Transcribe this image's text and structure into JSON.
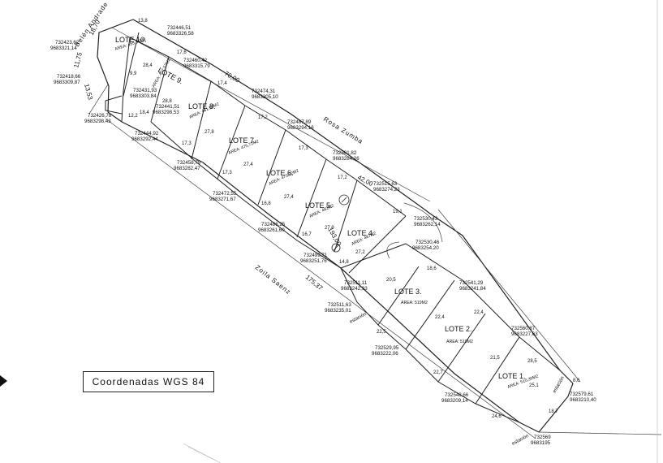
{
  "legend": "Coordenadas   WGS 84",
  "streets": [
    {
      "id": "belen-andrade",
      "text": "Belén   Andrade"
    },
    {
      "id": "rosa-zumba",
      "text": "Rosa   Zumba"
    },
    {
      "id": "zoila-saenz",
      "text": "Zoila   Saenz"
    }
  ],
  "lotes": [
    {
      "id": "10",
      "name": "LOTE 10.",
      "area": "AREA: 455,35M2"
    },
    {
      "id": "9",
      "name": "LOTE 9.",
      "area": "AREA: 472,57M2"
    },
    {
      "id": "8",
      "name": "LOTE 8.",
      "area": "AREA: 461,50M2"
    },
    {
      "id": "7",
      "name": "LOTE 7.",
      "area": "AREA: 475,72M2"
    },
    {
      "id": "6",
      "name": "LOTE 6.",
      "area": "AREA: 470,02M2"
    },
    {
      "id": "5",
      "name": "LOTE 5.",
      "area": "AREA: 482M2"
    },
    {
      "id": "4",
      "name": "LOTE 4.",
      "area": "AREA: 487M2"
    },
    {
      "id": "3",
      "name": "LOTE 3.",
      "area": "AREA: 519M2"
    },
    {
      "id": "2",
      "name": "LOTE 2.",
      "area": "AREA: 519M2"
    },
    {
      "id": "1",
      "name": "LOTE 1.",
      "area": "AREA: 510,39M2"
    }
  ],
  "coords": [
    {
      "x": "732446,51",
      "y": "9683326,58"
    },
    {
      "x": "732423,62",
      "y": "9683321,14"
    },
    {
      "x": "732460,42",
      "y": "9683315,79"
    },
    {
      "x": "732418,66",
      "y": "9683309,87"
    },
    {
      "x": "732474,31",
      "y": "9683305,10"
    },
    {
      "x": "732431,93",
      "y": "9683303,84"
    },
    {
      "x": "732441,51",
      "y": "9683298,53"
    },
    {
      "x": "732426,78",
      "y": "9683298,43"
    },
    {
      "x": "732487,89",
      "y": "9683294,16"
    },
    {
      "x": "732444,92",
      "y": "9683292,44"
    },
    {
      "x": "732501,82",
      "y": "9683284,26"
    },
    {
      "x": "732458,79",
      "y": "9683282,47"
    },
    {
      "x": "732515,63",
      "y": "9683274,23"
    },
    {
      "x": "732472,55",
      "y": "9683271,67"
    },
    {
      "x": "732530,43",
      "y": "9683262,14"
    },
    {
      "x": "732486,25",
      "y": "9683261,60"
    },
    {
      "x": "732530,46",
      "y": "9683254,20"
    },
    {
      "x": "732499,71",
      "y": "9683251,76"
    },
    {
      "x": "732511,11",
      "y": "9683242,93"
    },
    {
      "x": "732541,29",
      "y": "9683241,84"
    },
    {
      "x": "732511,63",
      "y": "9683235,01"
    },
    {
      "x": "732560,87",
      "y": "9683227,63"
    },
    {
      "x": "732529,95",
      "y": "9683222,06"
    },
    {
      "x": "732579,61",
      "y": "9683210,40"
    },
    {
      "x": "732548,66",
      "y": "9683209,14"
    },
    {
      "x": "732569",
      "y": "9683195"
    }
  ],
  "dims": {
    "d18_70": "18,70",
    "d11_75": "11,75",
    "d13_53": "13,53",
    "d70_00": "70,00",
    "d42_00": "42,00",
    "d193_00": "193,00",
    "d175_37": "175,37",
    "d13_8": "13,8",
    "d17_6": "17,6",
    "d17_4": "17,4",
    "d17_3": "17,3",
    "d17_2": "17,2",
    "d19_1": "19,1",
    "d18_6": "18,6",
    "d22_4": "22,4",
    "d22_5": "22,5",
    "d21_5": "21,5",
    "d27_4": "27,4",
    "d27_8": "27,8",
    "d27_9": "27,9",
    "d27_2": "27,2",
    "d28_4": "28,4",
    "d28_5": "28,5",
    "d22_7": "22,7",
    "d24_6": "24,6",
    "d12_2": "12,2",
    "d18_4": "18,4",
    "d16_8": "16,8",
    "d16_7": "16,7",
    "d14_8": "14,8",
    "d18_7": "18,7",
    "d8_6": "8,6",
    "d9_9": "9,9",
    "d20_5": "20,5",
    "d28_8": "28,8",
    "d25_1": "25,1"
  },
  "labels": {
    "estacion_1": "estación",
    "estacion_2": "estación",
    "estacion_3": "estación",
    "aux_1": "1"
  }
}
